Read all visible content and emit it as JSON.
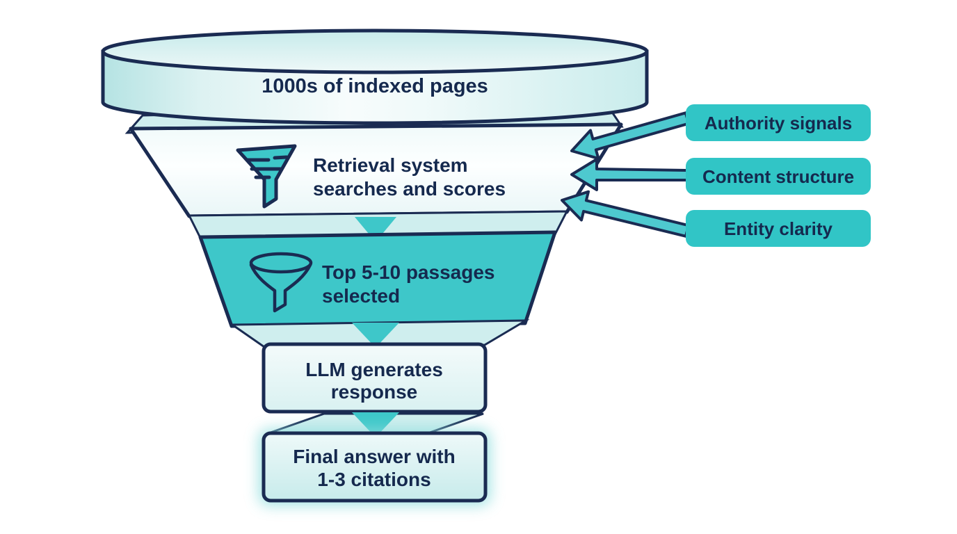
{
  "diagram_type": "search-retrieval-funnel",
  "colors": {
    "navy_stroke": "#1a2b52",
    "text": "#15294e",
    "teal": "#3ec7c9",
    "teal_box": "#31c5c6",
    "teal_arrow": "#4ec9cf",
    "teal_light_band": "#cfeeee",
    "glow": "#8fdede"
  },
  "stages": [
    {
      "name": "indexed-pages",
      "lines": [
        "1000s of indexed pages"
      ]
    },
    {
      "name": "retrieval-system",
      "lines": [
        "Retrieval system",
        "searches and scores"
      ],
      "icon": "funnel-filter-icon"
    },
    {
      "name": "passages-selected",
      "lines": [
        "Top 5-10 passages",
        "selected"
      ],
      "icon": "funnel-outline-icon"
    },
    {
      "name": "llm-response",
      "lines": [
        "LLM generates",
        "response"
      ]
    },
    {
      "name": "final-answer",
      "lines": [
        "Final answer with",
        "1-3 citations"
      ]
    }
  ],
  "signals": [
    {
      "label": "Authority signals"
    },
    {
      "label": "Content structure"
    },
    {
      "label": "Entity clarity"
    }
  ]
}
